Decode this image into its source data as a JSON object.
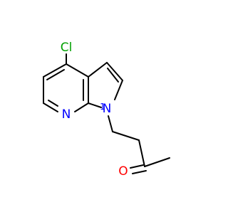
{
  "molecule": {
    "atoms": {
      "chlorine": "Cl",
      "ring_nitrogen": "N",
      "pyrrole_nitrogen": "N",
      "pyrrole_nitrogen_locant": "1",
      "carbonyl_oxygen": "O"
    }
  },
  "colors": {
    "bond": "#000000",
    "chlorine": "#00a000",
    "nitrogen": "#0000ff",
    "oxygen": "#ff0000"
  }
}
